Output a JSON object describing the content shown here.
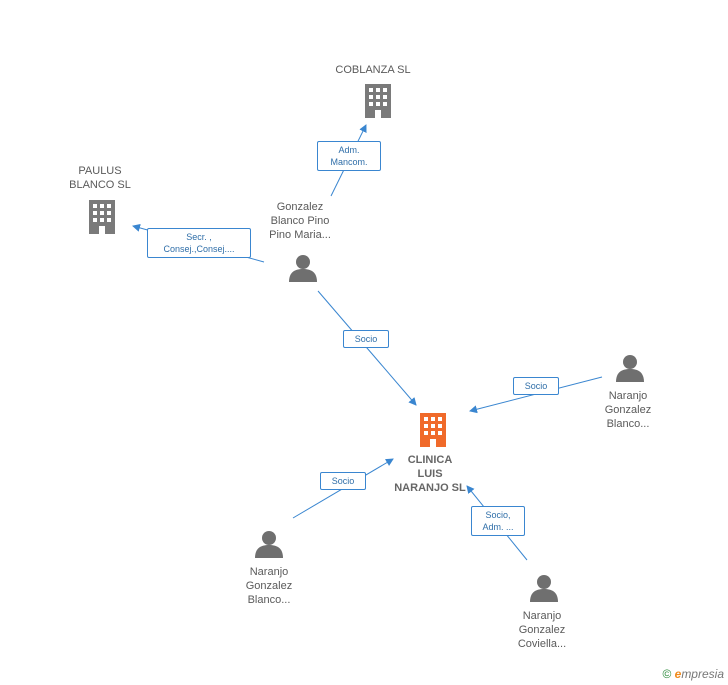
{
  "colors": {
    "edge": "#3a86d0",
    "company": "#7a7a7a",
    "center": "#f06a2a",
    "person": "#6f6f6f"
  },
  "nodes": {
    "coblanza": {
      "label": "COBLANZA SL",
      "icon": "building-icon"
    },
    "paulus": {
      "line1": "PAULUS",
      "line2": "BLANCO SL",
      "icon": "building-icon"
    },
    "gonzalez": {
      "line1": "Gonzalez",
      "line2": "Blanco Pino",
      "line3": "Pino Maria...",
      "icon": "person-icon"
    },
    "clinica": {
      "line1": "CLINICA",
      "line2": "LUIS",
      "line3": "NARANJO SL",
      "icon": "building-icon"
    },
    "naranjo_right": {
      "line1": "Naranjo",
      "line2": "Gonzalez",
      "line3": "Blanco...",
      "icon": "person-icon"
    },
    "naranjo_left": {
      "line1": "Naranjo",
      "line2": "Gonzalez",
      "line3": "Blanco...",
      "icon": "person-icon"
    },
    "naranjo_bottom": {
      "line1": "Naranjo",
      "line2": "Gonzalez",
      "line3": "Coviella...",
      "icon": "person-icon"
    }
  },
  "edges": {
    "adm_mancom": {
      "line1": "Adm.",
      "line2": "Mancom."
    },
    "secr": {
      "line1": "Secr. ,",
      "line2": "Consej.,Consej...."
    },
    "socio_gonzalez": {
      "line1": "Socio"
    },
    "socio_right": {
      "line1": "Socio"
    },
    "socio_left": {
      "line1": "Socio"
    },
    "socio_adm": {
      "line1": "Socio,",
      "line2": "Adm. ..."
    }
  },
  "footer": {
    "copyright": "©",
    "brand_e": "e",
    "brand_rest": "mpresia"
  }
}
